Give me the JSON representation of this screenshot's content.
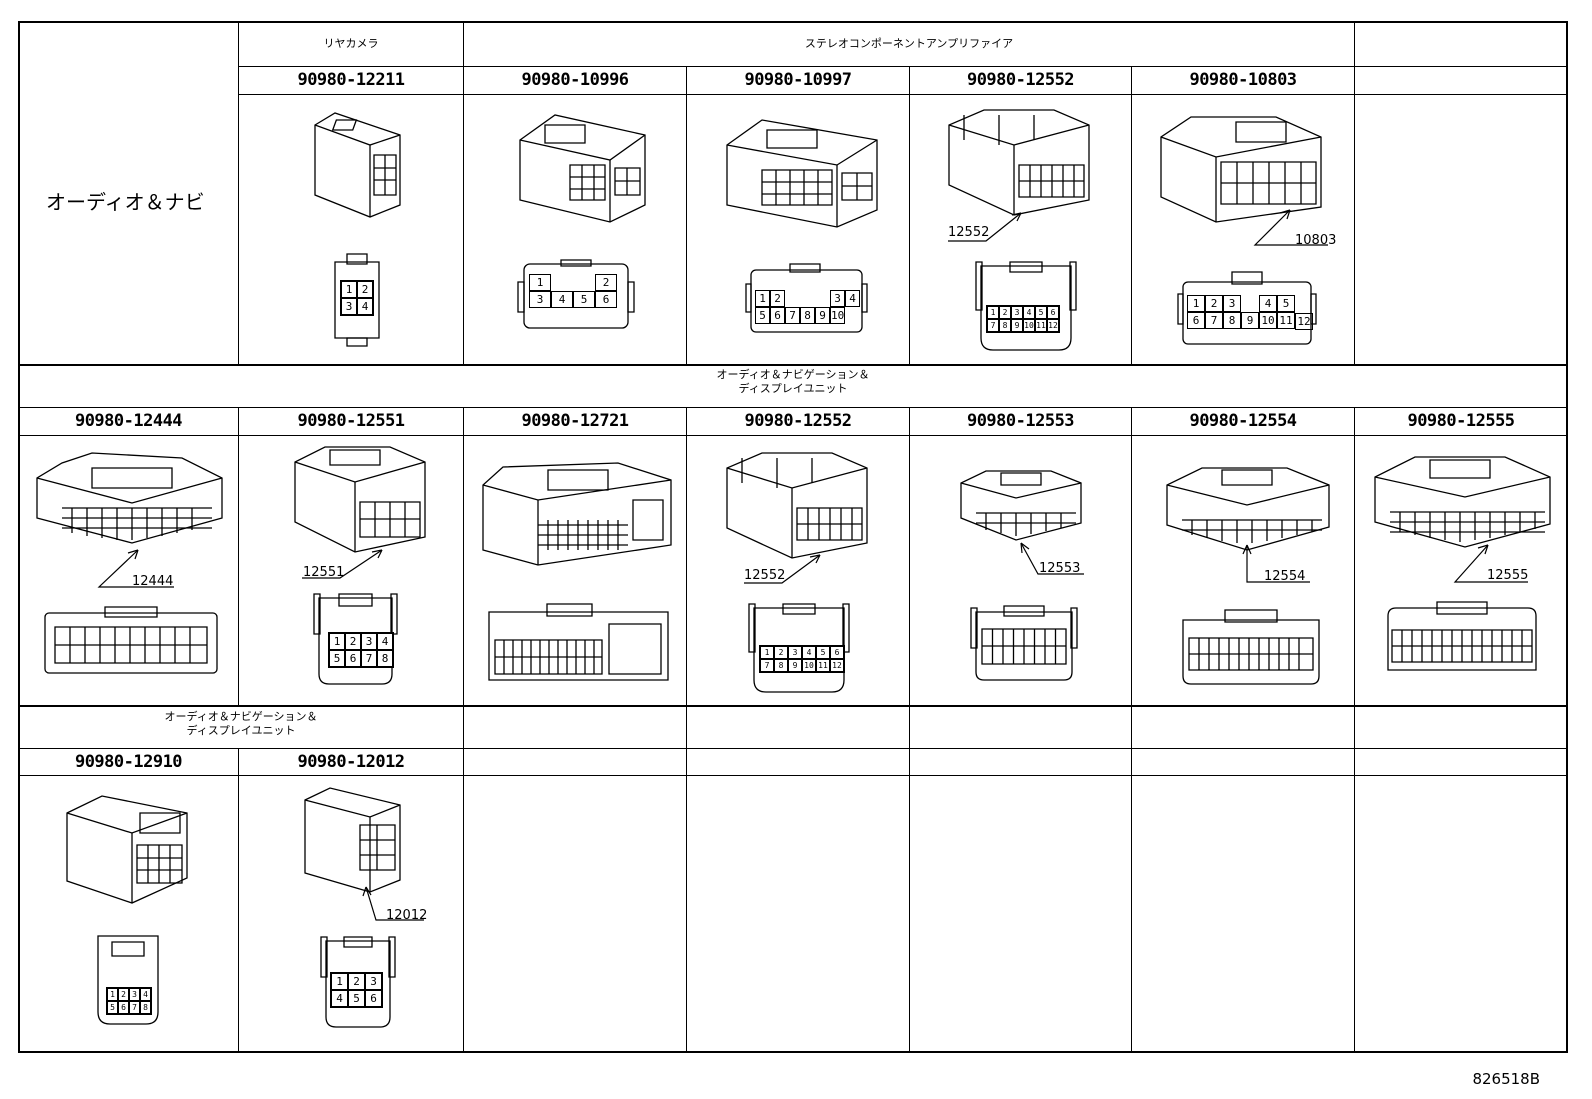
{
  "row1": {
    "system_label": "オーディオ＆ナビ",
    "group1_label": "リヤカメラ",
    "group2_label": "ステレオコンポーネントアンプリファイア",
    "parts": [
      "90980-12211",
      "90980-10996",
      "90980-10997",
      "90980-12552",
      "90980-10803"
    ],
    "callouts": [
      "12552",
      "10803"
    ],
    "pins_12211": [
      "1",
      "2",
      "3",
      "4"
    ],
    "pins_10996": [
      "1",
      "2",
      "3",
      "4",
      "5",
      "6"
    ],
    "pins_10997": [
      "1",
      "2",
      "3",
      "4",
      "5",
      "6",
      "7",
      "8",
      "9",
      "10"
    ],
    "pins_12552": [
      "1",
      "2",
      "3",
      "4",
      "5",
      "6",
      "7",
      "8",
      "9",
      "10",
      "11",
      "12"
    ],
    "pins_10803": [
      "1",
      "2",
      "3",
      "4",
      "5",
      "6",
      "7",
      "8",
      "9",
      "10",
      "11",
      "12"
    ]
  },
  "row2": {
    "group_label_1": "オーディオ＆ナビゲーション＆",
    "group_label_2": "ディスプレイユニット",
    "parts": [
      "90980-12444",
      "90980-12551",
      "90980-12721",
      "90980-12552",
      "90980-12553",
      "90980-12554",
      "90980-12555"
    ],
    "callouts": [
      "12444",
      "12551",
      "12552",
      "12553",
      "12554",
      "12555"
    ],
    "pins_12551": [
      "1",
      "2",
      "3",
      "4",
      "5",
      "6",
      "7",
      "8"
    ],
    "pins_12552": [
      "1",
      "2",
      "3",
      "4",
      "5",
      "6",
      "7",
      "8",
      "9",
      "10",
      "11",
      "12"
    ]
  },
  "row3": {
    "group_label_1": "オーディオ＆ナビゲーション＆",
    "group_label_2": "ディスプレイユニット",
    "parts": [
      "90980-12910",
      "90980-12012"
    ],
    "callouts": [
      "12012"
    ],
    "pins_12910": [
      "1",
      "2",
      "3",
      "4",
      "5",
      "6",
      "7",
      "8"
    ],
    "pins_12012": [
      "1",
      "2",
      "3",
      "4",
      "5",
      "6"
    ]
  },
  "footer_code": "826518B"
}
